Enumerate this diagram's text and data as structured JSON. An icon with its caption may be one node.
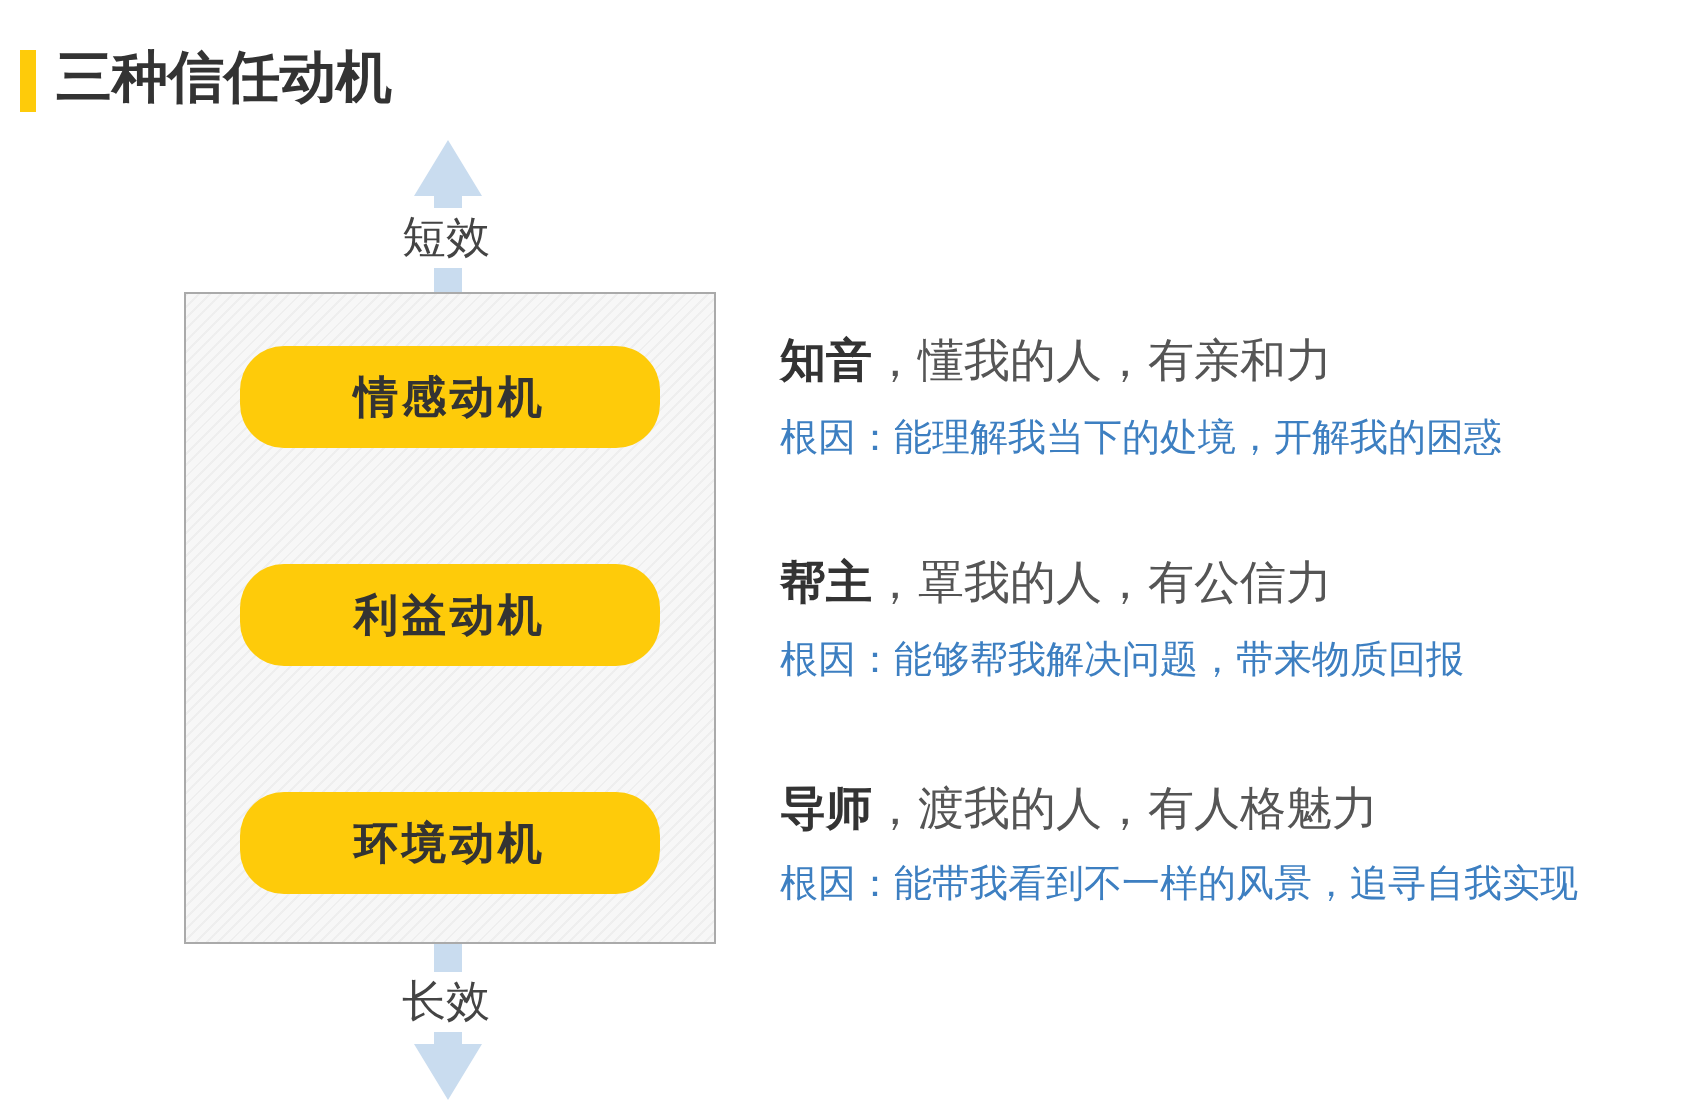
{
  "diagram": {
    "title": "三种信任动机",
    "nodes": [
      {
        "text": [],
        "shape": "box"
      },
      {
        "text": [
          "情感动机"
        ],
        "in": 0
      },
      {
        "text": [
          "利益动机"
        ],
        "in": 0
      },
      {
        "text": [
          "环境动机"
        ],
        "in": 0
      }
    ],
    "labels": [
      "短效",
      "**知音**，懂我的人，有亲和力",
      "根因：能理解我当下的处境，开解我的困惑",
      "**帮主**，罩我的人，有公信力",
      "根因：能够帮我解决问题，带来物质回报",
      "**导师**，渡我的人，有人格魅力",
      "根因：能带我看到不一样的风景，追寻自我实现",
      "长效"
    ]
  }
}
